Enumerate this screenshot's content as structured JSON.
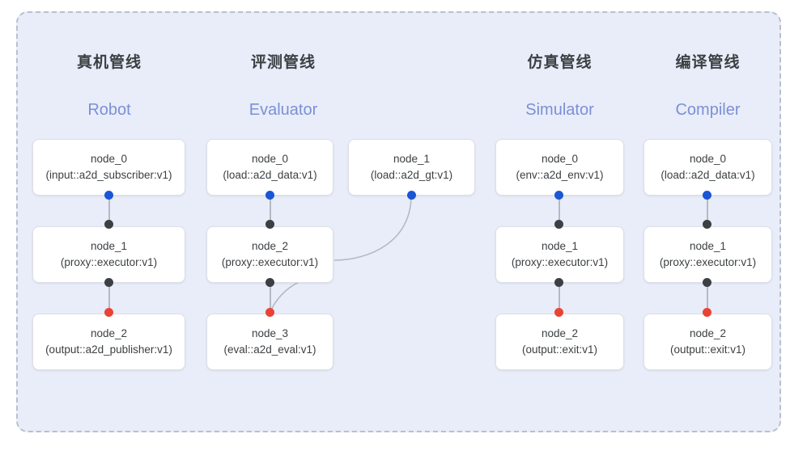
{
  "panel": {
    "background_color": "#e8edf9",
    "border_color": "#b9bfcc"
  },
  "colors": {
    "port_blue": "#1a56d6",
    "port_black": "#3c4043",
    "port_red": "#ea4335",
    "edge": "#b4b9c4",
    "header_cn": "#3c4043",
    "header_en": "#7b90d6"
  },
  "columns": [
    {
      "title_cn": "真机管线",
      "title_en": "Robot",
      "nodes": [
        {
          "name": "node_0",
          "spec": "(input::a2d_subscriber:v1)"
        },
        {
          "name": "node_1",
          "spec": "(proxy::executor:v1)"
        },
        {
          "name": "node_2",
          "spec": "(output::a2d_publisher:v1)"
        }
      ]
    },
    {
      "title_cn": "评测管线",
      "title_en": "Evaluator",
      "nodes": [
        {
          "name": "node_0",
          "spec": "(load::a2d_data:v1)"
        },
        {
          "name": "node_2",
          "spec": "(proxy::executor:v1)"
        },
        {
          "name": "node_3",
          "spec": "(eval::a2d_eval:v1)"
        }
      ],
      "side_node": {
        "name": "node_1",
        "spec": "(load::a2d_gt:v1)"
      }
    },
    {
      "title_cn": "仿真管线",
      "title_en": "Simulator",
      "nodes": [
        {
          "name": "node_0",
          "spec": "(env::a2d_env:v1)"
        },
        {
          "name": "node_1",
          "spec": "(proxy::executor:v1)"
        },
        {
          "name": "node_2",
          "spec": "(output::exit:v1)"
        }
      ]
    },
    {
      "title_cn": "编译管线",
      "title_en": "Compiler",
      "nodes": [
        {
          "name": "node_0",
          "spec": "(load::a2d_data:v1)"
        },
        {
          "name": "node_1",
          "spec": "(proxy::executor:v1)"
        },
        {
          "name": "node_2",
          "spec": "(output::exit:v1)"
        }
      ]
    }
  ]
}
